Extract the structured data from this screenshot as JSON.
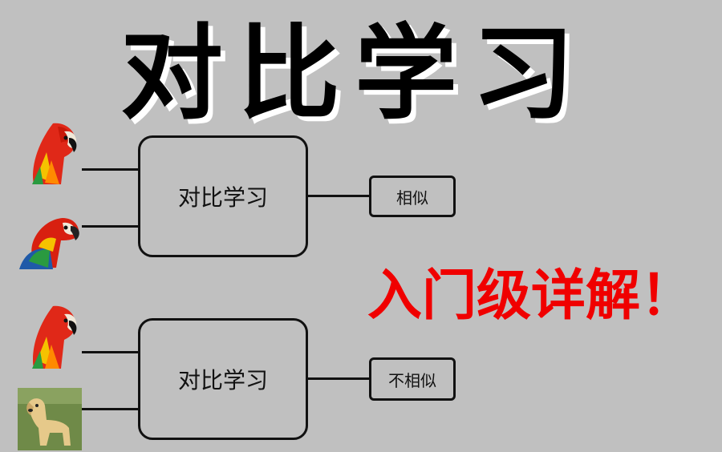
{
  "title": "对比学习",
  "subtitle": "入门级详解！",
  "pairs": [
    {
      "model_label": "对比学习",
      "result_label": "相似",
      "input_a": "parrot-icon",
      "input_b": "parrot-icon"
    },
    {
      "model_label": "对比学习",
      "result_label": "不相似",
      "input_a": "parrot-icon",
      "input_b": "dog-icon"
    }
  ],
  "colors": {
    "background": "#c0c0c0",
    "subtitle": "#f00000",
    "stroke": "#111111"
  }
}
